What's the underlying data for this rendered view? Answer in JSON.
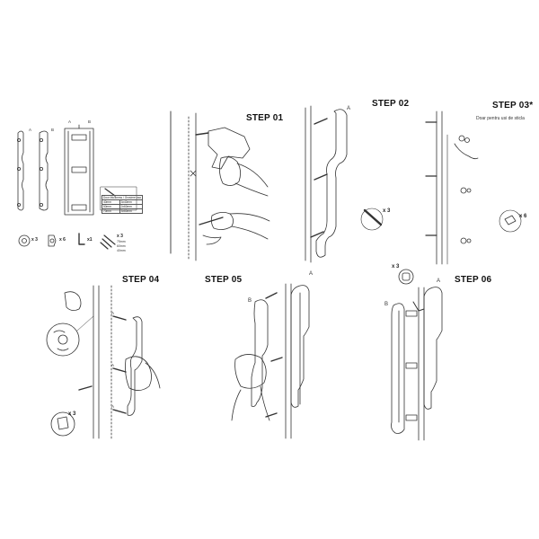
{
  "steps": {
    "s1": "STEP 01",
    "s2": "STEP 02",
    "s3": "STEP 03*",
    "s3_note": "Doar pentru usi de sticla",
    "s4": "STEP 04",
    "s5": "STEP 05",
    "s6": "STEP 06"
  },
  "labels": {
    "a": "A",
    "b": "B"
  },
  "counts": {
    "x3": "x 3",
    "x6": "x 6",
    "x1": "x1"
  },
  "parts": {
    "screw_len_1": "75mm",
    "screw_len_2": "60mm",
    "screw_len_3": "40mm"
  },
  "table": {
    "header": "Door thickness / Grosime usa",
    "rows": [
      [
        "40mm",
        "3x40mm"
      ],
      [
        "50mm",
        "2x60mm"
      ],
      [
        "70mm",
        "3x60mm"
      ]
    ]
  },
  "colors": {
    "line": "#333333",
    "hatch": "#555555"
  }
}
